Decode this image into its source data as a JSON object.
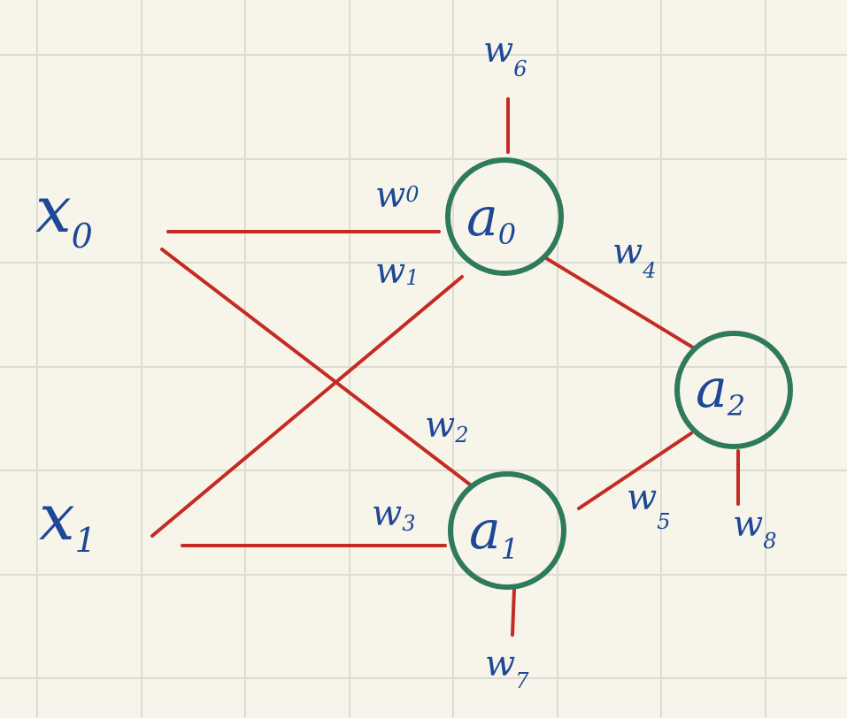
{
  "colors": {
    "background": "#f7f5ea",
    "grid": "#dcdcd3",
    "edge": "#c42b23",
    "node_outline": "#2e7a5b",
    "text": "#1e4797"
  },
  "inputs": [
    {
      "id": "x0",
      "symbol": "x",
      "subscript": "0"
    },
    {
      "id": "x1",
      "symbol": "x",
      "subscript": "1"
    }
  ],
  "nodes": [
    {
      "id": "a0",
      "symbol": "a",
      "subscript": "0"
    },
    {
      "id": "a1",
      "symbol": "a",
      "subscript": "1"
    },
    {
      "id": "a2",
      "symbol": "a",
      "subscript": "2"
    }
  ],
  "weights": [
    {
      "id": "w0",
      "symbol": "w",
      "subscript": "0"
    },
    {
      "id": "w1",
      "symbol": "w",
      "subscript": "1"
    },
    {
      "id": "w2",
      "symbol": "w",
      "subscript": "2"
    },
    {
      "id": "w3",
      "symbol": "w",
      "subscript": "3"
    },
    {
      "id": "w4",
      "symbol": "w",
      "subscript": "4"
    },
    {
      "id": "w5",
      "symbol": "w",
      "subscript": "5"
    },
    {
      "id": "w6",
      "symbol": "w",
      "subscript": "6"
    },
    {
      "id": "w7",
      "symbol": "w",
      "subscript": "7"
    },
    {
      "id": "w8",
      "symbol": "w",
      "subscript": "8"
    }
  ],
  "edges": [
    {
      "from": "x0",
      "to": "a0",
      "weight": "w0"
    },
    {
      "from": "x1",
      "to": "a0",
      "weight": "w1"
    },
    {
      "from": "x0",
      "to": "a1",
      "weight": "w2"
    },
    {
      "from": "x1",
      "to": "a1",
      "weight": "w3"
    },
    {
      "from": "a0",
      "to": "a2",
      "weight": "w4"
    },
    {
      "from": "a1",
      "to": "a2",
      "weight": "w5"
    },
    {
      "from": "bias",
      "to": "a0",
      "weight": "w6"
    },
    {
      "from": "bias",
      "to": "a1",
      "weight": "w7"
    },
    {
      "from": "bias",
      "to": "a2",
      "weight": "w8"
    }
  ]
}
